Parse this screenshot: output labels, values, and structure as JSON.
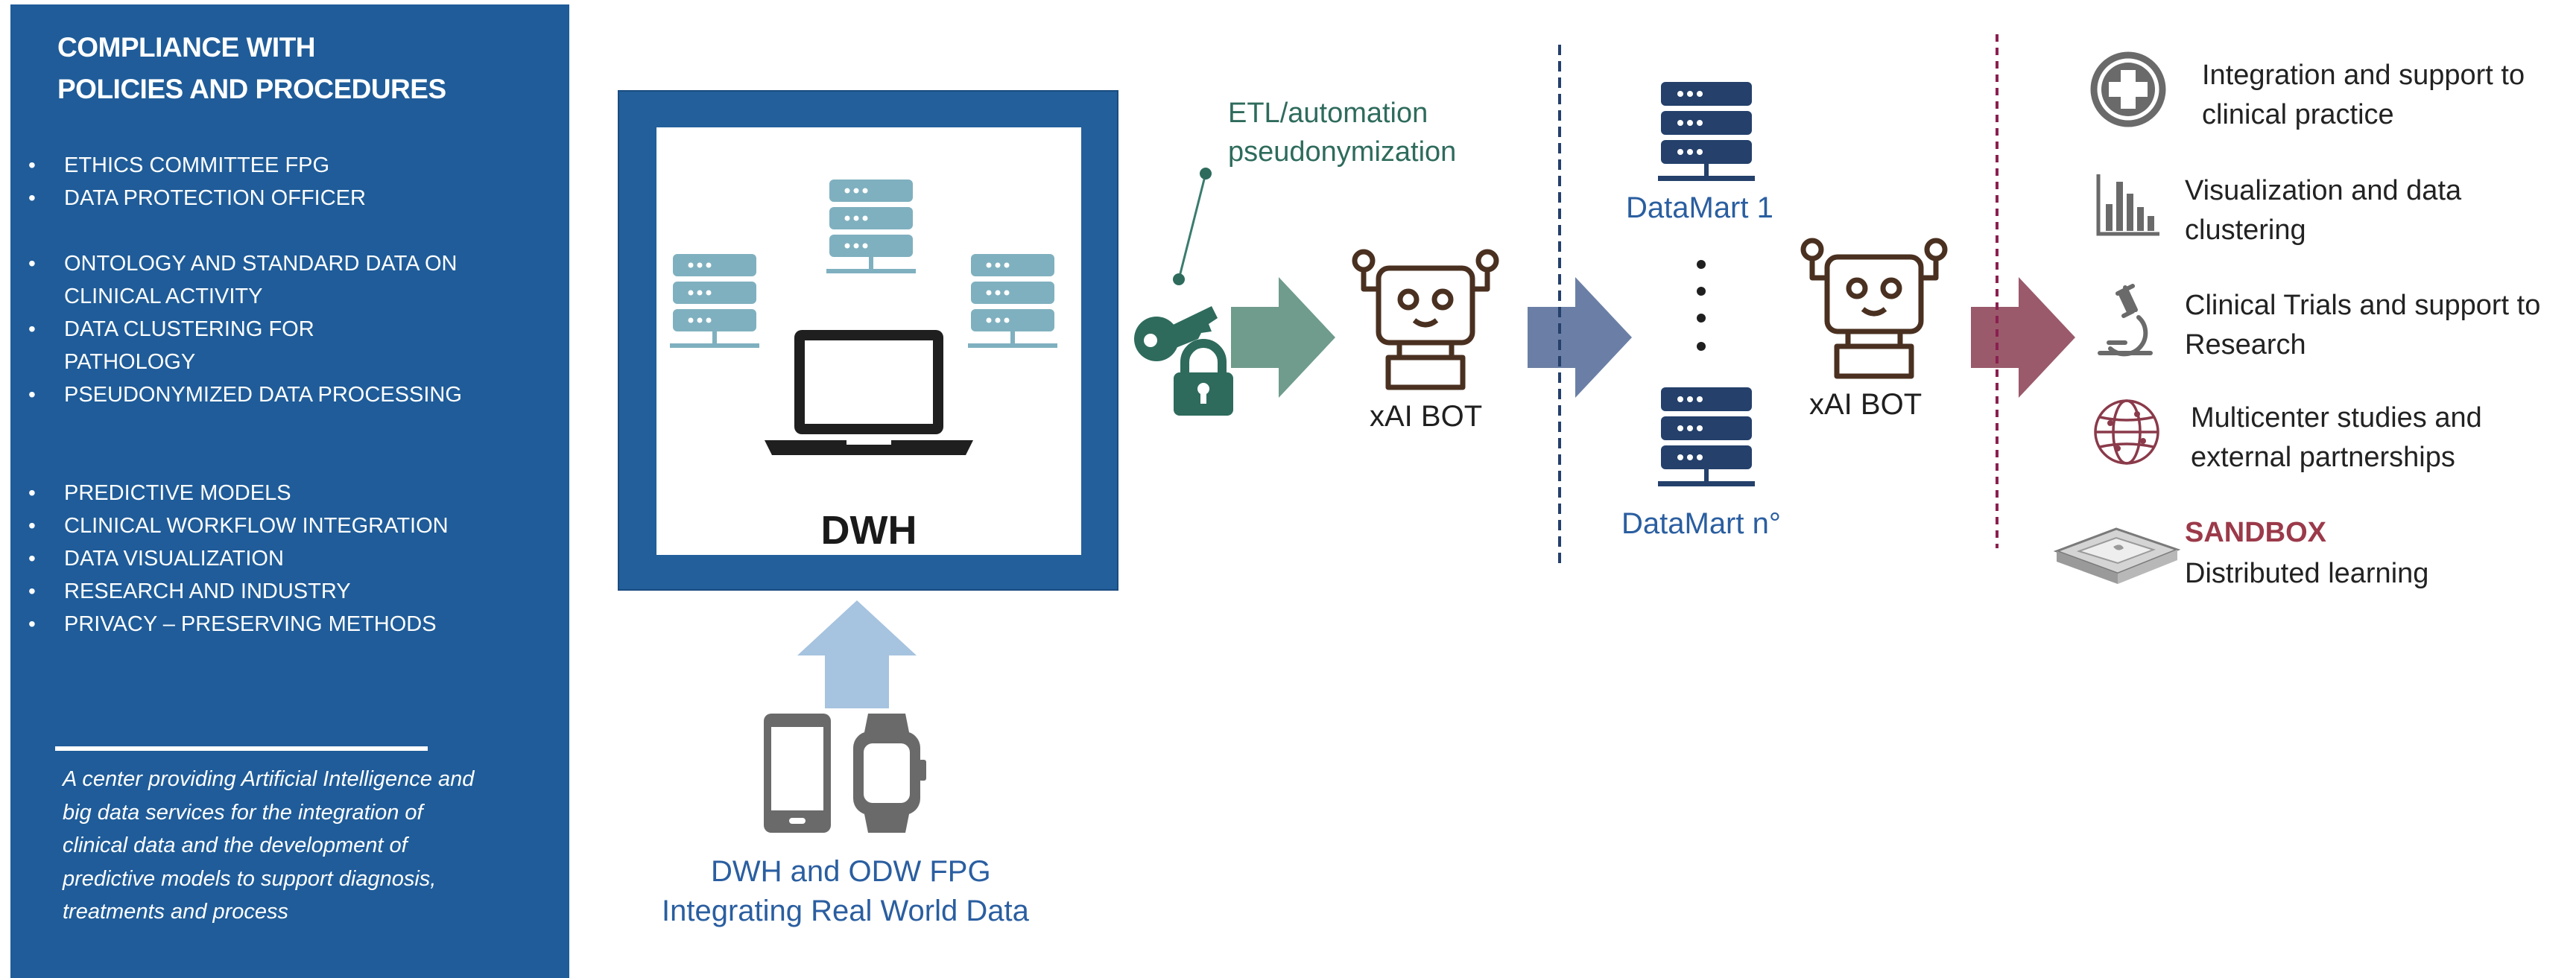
{
  "left_panel": {
    "title_line1": "COMPLIANCE WITH",
    "title_line2": "POLICIES AND  PROCEDURES",
    "group1": [
      "ETHICS COMMITTEE FPG",
      "DATA PROTECTION OFFICER"
    ],
    "group2": [
      "ONTOLOGY AND STANDARD DATA ON CLINICAL ACTIVITY",
      "DATA CLUSTERING FOR PATHOLOGY",
      "PSEUDONYMIZED DATA PROCESSING"
    ],
    "group3": [
      "PREDICTIVE MODELS",
      "CLINICAL WORKFLOW  INTEGRATION",
      "DATA VISUALIZATION",
      "RESEARCH AND INDUSTRY",
      "PRIVACY – PRESERVING  METHODS"
    ],
    "description": "A center providing Artificial Intelligence and big data services for the integration of clinical data and the development of predictive models to support diagnosis, treatments and process"
  },
  "dwh": {
    "label": "DWH"
  },
  "sources": {
    "line1": "DWH and ODW FPG",
    "line2": "Integrating Real World Data"
  },
  "etl": {
    "line1": "ETL/automation",
    "line2": "pseudonymization"
  },
  "bot1": {
    "label": "xAI BOT"
  },
  "bot2": {
    "label": "xAI BOT"
  },
  "datamart_first": "DataMart 1",
  "datamart_last": "DataMart n°",
  "outputs": [
    {
      "icon": "plus-circle-icon",
      "text": "Integration and support to clinical practice"
    },
    {
      "icon": "bar-chart-icon",
      "text": "Visualization and data clustering"
    },
    {
      "icon": "microscope-icon",
      "text": "Clinical Trials and support to Research"
    },
    {
      "icon": "globe-icon",
      "text": "Multicenter studies and external partnerships"
    }
  ],
  "sandbox": {
    "title": "SANDBOX",
    "subtitle": "Distributed learning"
  },
  "colors": {
    "panel_blue": "#1f5c99",
    "server_teal": "#7fb0bf",
    "lock_green": "#2e6b5c",
    "arrow_green": "#6f9c8c",
    "arrow_slate": "#6b7fa6",
    "arrow_maroon": "#9a5a6b",
    "arrow_lightblue": "#a6c3df",
    "datamart_navy": "#24406b",
    "divider_maroon": "#8a2050"
  }
}
